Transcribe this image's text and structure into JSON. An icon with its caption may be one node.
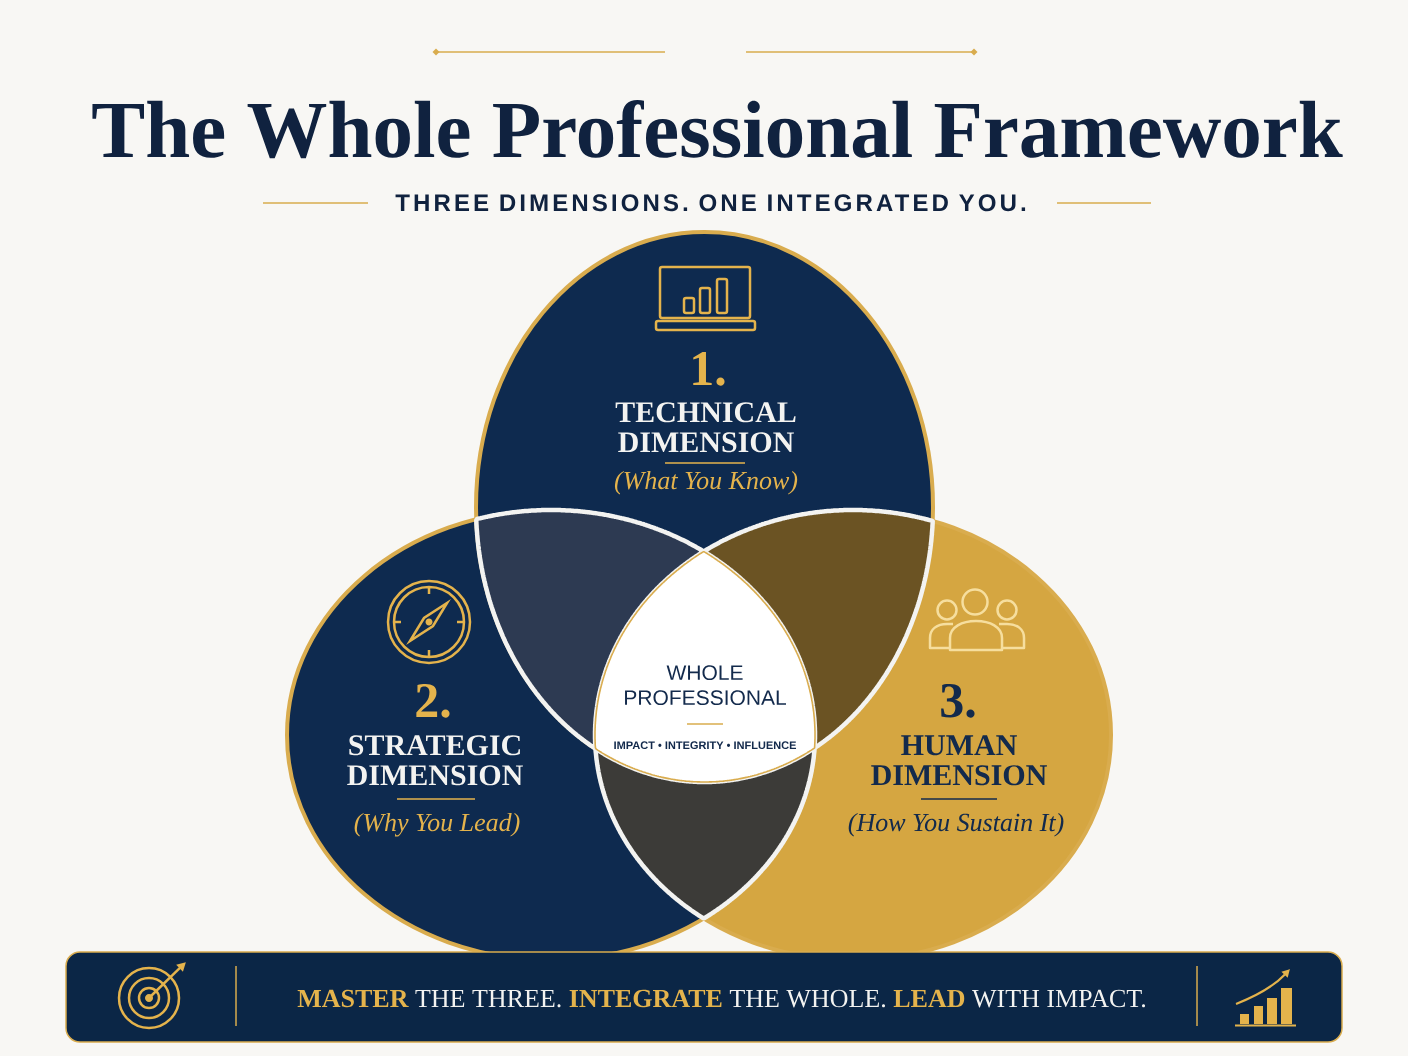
{
  "diagram": {
    "title": "The Whole Professional Framework",
    "nodes": [
      {
        "text": [
          "1.",
          "TECHNICAL DIMENSION",
          "(What You Know)"
        ]
      },
      {
        "text": [
          "2.",
          "STRATEGIC DIMENSION",
          "(Why You Lead)"
        ]
      },
      {
        "text": [
          "3.",
          "HUMAN DIMENSION",
          "(How You Sustain It)"
        ]
      },
      {
        "text": [],
        "shape": "lens"
      },
      {
        "text": [],
        "shape": "lens"
      },
      {
        "text": [
          "WHOLE PROFESSIONAL",
          "IMPACT • INTEGRITY • INFLUENCE"
        ]
      },
      {
        "text": [],
        "shape": "lens"
      },
      {
        "text": [
          "**MASTER** THE THREE. **INTEGRATE** THE WHOLE. **LEAD** WITH IMPACT."
        ]
      }
    ],
    "labels": [
      "THREE DIMENSIONS. ONE INTEGRATED YOU."
    ]
  }
}
